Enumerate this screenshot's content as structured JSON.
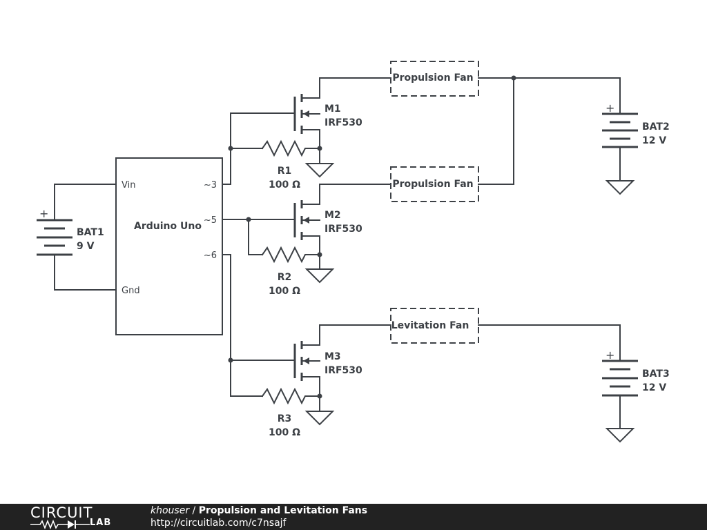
{
  "diagram": {
    "arduino": {
      "name": "Arduino Uno",
      "pins": {
        "vin": "Vin",
        "gnd": "Gnd",
        "p3": "~3",
        "p5": "~5",
        "p6": "~6"
      }
    },
    "bat1": {
      "name": "BAT1",
      "value": "9 V",
      "plus": "+"
    },
    "bat2": {
      "name": "BAT2",
      "value": "12 V",
      "plus": "+"
    },
    "bat3": {
      "name": "BAT3",
      "value": "12 V",
      "plus": "+"
    },
    "m1": {
      "name": "M1",
      "part": "IRF530"
    },
    "m2": {
      "name": "M2",
      "part": "IRF530"
    },
    "m3": {
      "name": "M3",
      "part": "IRF530"
    },
    "r1": {
      "name": "R1",
      "value": "100 Ω"
    },
    "r2": {
      "name": "R2",
      "value": "100 Ω"
    },
    "r3": {
      "name": "R3",
      "value": "100 Ω"
    },
    "fan1": {
      "label": "Propulsion Fan"
    },
    "fan2": {
      "label": "Propulsion Fan"
    },
    "fan3": {
      "label": "Levitation Fan"
    }
  },
  "footer": {
    "logo_top": "CIRCUIT",
    "logo_bottom": "LAB",
    "author": "khouser",
    "separator": " / ",
    "title": "Propulsion and Levitation Fans",
    "url": "http://circuitlab.com/c7nsajf"
  }
}
